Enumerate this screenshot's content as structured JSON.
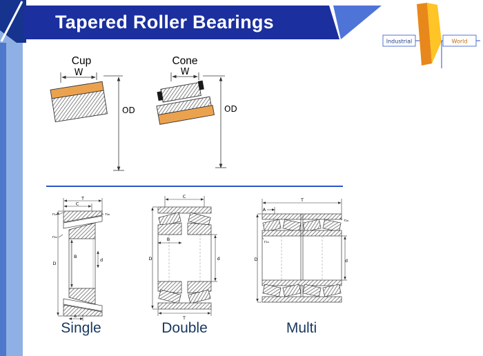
{
  "colors": {
    "header_bar": "#1b2f9e",
    "header_accent": "#4f74d8",
    "stripe_dark": "#4d78cc",
    "stripe_light": "#8fb0e4",
    "corner_navy": "#16338e",
    "bearing_orange": "#eba24f",
    "label_navy": "#17375e",
    "logo_yellow": "#ffc425",
    "logo_orange": "#e8881a",
    "logo_line_blue": "#2a52c8",
    "logo_text_blue": "#1a3a8c",
    "logo_text_orange": "#c06a10"
  },
  "header": {
    "title": "Tapered Roller Bearings"
  },
  "logo": {
    "industrial": "Industrial",
    "world": "World"
  },
  "upper": {
    "cup": {
      "title": "Cup",
      "w": "W",
      "od": "OD"
    },
    "cone": {
      "title": "Cone",
      "w": "W",
      "od": "OD"
    }
  },
  "lower": {
    "single": {
      "caption": "Single",
      "dims": {
        "T": "T",
        "C": "C",
        "r2a": "r₂ₐ",
        "r4a": "r₄ₐ",
        "r3a": "r₃ₐ",
        "B": "B",
        "D": "D",
        "d": "d",
        "a": "a"
      }
    },
    "double": {
      "caption": "Double",
      "dims": {
        "C": "C",
        "B": "B",
        "D": "D",
        "d": "d",
        "T": "T"
      }
    },
    "multi": {
      "caption": "Multi",
      "dims": {
        "T": "T",
        "A": "A",
        "r2a": "r₂ₐ",
        "r1a": "r₁ₐ",
        "D": "D",
        "d": "d"
      }
    }
  }
}
